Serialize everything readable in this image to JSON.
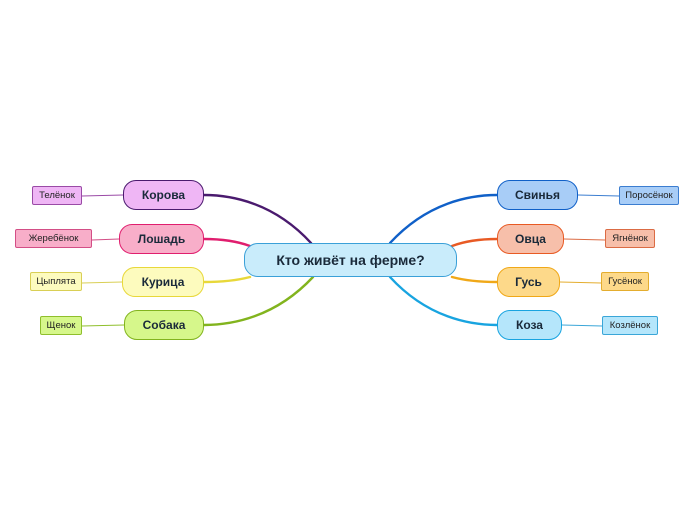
{
  "root": {
    "label": "Кто живёт на ферме?",
    "fill": "#c9ecfb",
    "stroke": "#3aa0d8"
  },
  "branches": [
    {
      "label": "Корова",
      "child": "Телёнок",
      "side": "left",
      "color": "#4a1a6e",
      "fill": "#efb6f5",
      "leaf_fill": "#efb6f5",
      "leaf_stroke": "#9a4aa6",
      "icon": "none"
    },
    {
      "label": "Лошадь",
      "child": "Жеребёнок",
      "side": "left",
      "color": "#e01e6e",
      "fill": "#f8aec9",
      "leaf_fill": "#f8aec9",
      "leaf_stroke": "#d34e86",
      "icon": "none"
    },
    {
      "label": "Курица",
      "child": "Цыплята",
      "side": "left",
      "color": "#e8d83a",
      "fill": "#fdfbbe",
      "leaf_fill": "#fdfbbe",
      "leaf_stroke": "#d9cf55",
      "icon": "none"
    },
    {
      "label": "Собака",
      "child": "Щенок",
      "side": "left",
      "color": "#82b41e",
      "fill": "#d6f78b",
      "leaf_fill": "#d6f78b",
      "leaf_stroke": "#8fbf2c",
      "icon": "none"
    },
    {
      "label": "Свинья",
      "child": "Поросёнок",
      "side": "right",
      "color": "#1060c8",
      "fill": "#a8cdf7",
      "leaf_fill": "#a8cdf7",
      "leaf_stroke": "#3b7dd0",
      "icon": "none"
    },
    {
      "label": "Овца",
      "child": "Ягнёнок",
      "side": "right",
      "color": "#e85a24",
      "fill": "#f7bfaa",
      "leaf_fill": "#f7bfaa",
      "leaf_stroke": "#db6b44",
      "icon": "none"
    },
    {
      "label": "Гусь",
      "child": "Гусёнок",
      "side": "right",
      "color": "#f0a818",
      "fill": "#fdd98a",
      "leaf_fill": "#fdd98a",
      "leaf_stroke": "#e4ad2e",
      "icon": "none"
    },
    {
      "label": "Коза",
      "child": "Козлёнок",
      "side": "right",
      "color": "#18a4e0",
      "fill": "#b5e6fb",
      "leaf_fill": "#b5e6fb",
      "leaf_stroke": "#3aa6d8",
      "icon": "none"
    }
  ]
}
